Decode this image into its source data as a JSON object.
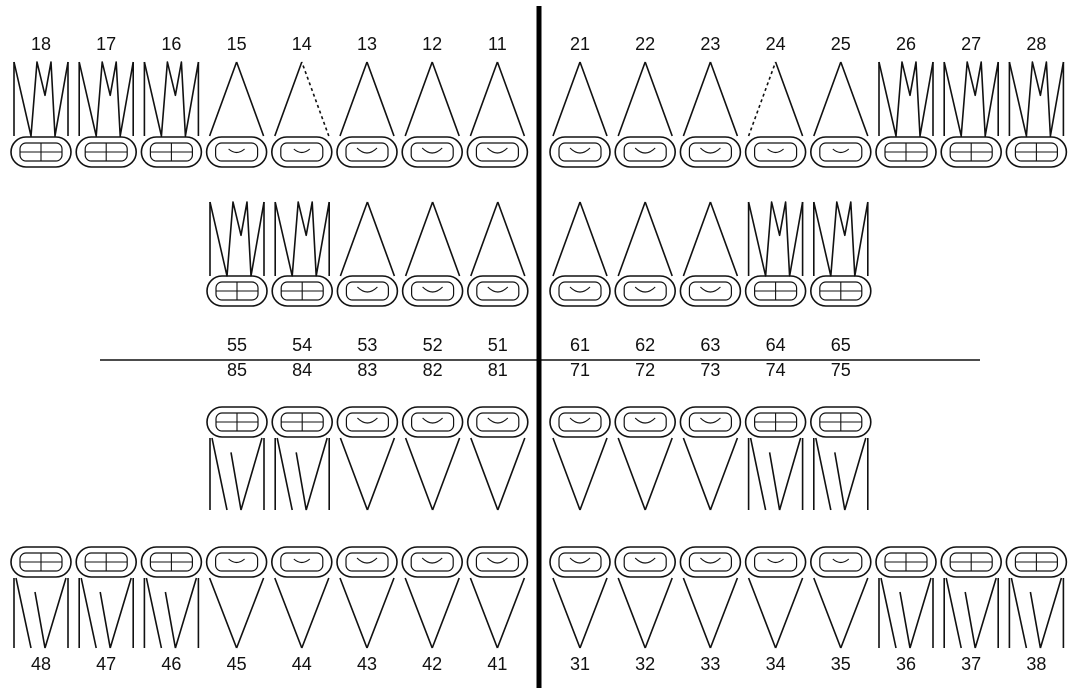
{
  "colors": {
    "background": "#ffffff",
    "line": "#111111",
    "midline": "#000000"
  },
  "quadrant_divider": "vertical-midline",
  "arch_divider": "horizontal-line",
  "rows": {
    "upper_permanent": {
      "right": [
        {
          "label": "18",
          "root": "multi"
        },
        {
          "label": "17",
          "root": "multi"
        },
        {
          "label": "16",
          "root": "multi"
        },
        {
          "label": "15",
          "root": "single"
        },
        {
          "label": "14",
          "root": "dashed-right"
        },
        {
          "label": "13",
          "root": "single"
        },
        {
          "label": "12",
          "root": "single"
        },
        {
          "label": "11",
          "root": "single"
        }
      ],
      "left": [
        {
          "label": "21",
          "root": "single"
        },
        {
          "label": "22",
          "root": "single"
        },
        {
          "label": "23",
          "root": "single"
        },
        {
          "label": "24",
          "root": "dashed-left"
        },
        {
          "label": "25",
          "root": "single"
        },
        {
          "label": "26",
          "root": "multi"
        },
        {
          "label": "27",
          "root": "multi"
        },
        {
          "label": "28",
          "root": "multi"
        }
      ]
    },
    "upper_primary": {
      "right": [
        {
          "label": "55",
          "root": "multi"
        },
        {
          "label": "54",
          "root": "multi"
        },
        {
          "label": "53",
          "root": "single"
        },
        {
          "label": "52",
          "root": "single"
        },
        {
          "label": "51",
          "root": "single"
        }
      ],
      "left": [
        {
          "label": "61",
          "root": "single"
        },
        {
          "label": "62",
          "root": "single"
        },
        {
          "label": "63",
          "root": "single"
        },
        {
          "label": "64",
          "root": "multi"
        },
        {
          "label": "65",
          "root": "multi"
        }
      ]
    },
    "lower_primary": {
      "right": [
        {
          "label": "85",
          "root": "double"
        },
        {
          "label": "84",
          "root": "double"
        },
        {
          "label": "83",
          "root": "single"
        },
        {
          "label": "82",
          "root": "single"
        },
        {
          "label": "81",
          "root": "single"
        }
      ],
      "left": [
        {
          "label": "71",
          "root": "single"
        },
        {
          "label": "72",
          "root": "single"
        },
        {
          "label": "73",
          "root": "single"
        },
        {
          "label": "74",
          "root": "double"
        },
        {
          "label": "75",
          "root": "double"
        }
      ]
    },
    "lower_permanent": {
      "right": [
        {
          "label": "48",
          "root": "double"
        },
        {
          "label": "47",
          "root": "double"
        },
        {
          "label": "46",
          "root": "double"
        },
        {
          "label": "45",
          "root": "single"
        },
        {
          "label": "44",
          "root": "single"
        },
        {
          "label": "43",
          "root": "single"
        },
        {
          "label": "42",
          "root": "single"
        },
        {
          "label": "41",
          "root": "single"
        }
      ],
      "left": [
        {
          "label": "31",
          "root": "single"
        },
        {
          "label": "32",
          "root": "single"
        },
        {
          "label": "33",
          "root": "single"
        },
        {
          "label": "34",
          "root": "single"
        },
        {
          "label": "35",
          "root": "single"
        },
        {
          "label": "36",
          "root": "double"
        },
        {
          "label": "37",
          "root": "double"
        },
        {
          "label": "38",
          "root": "double"
        }
      ]
    }
  }
}
